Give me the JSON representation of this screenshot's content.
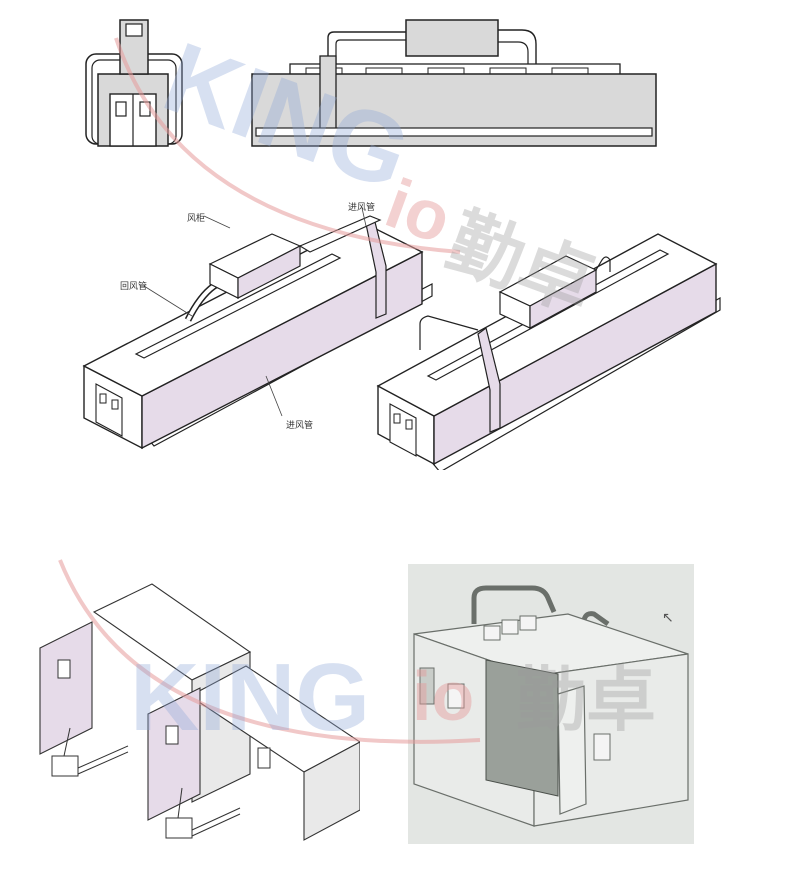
{
  "colors": {
    "box_fill": "#d9d9d9",
    "body_fill": "#e6dbe9",
    "side_fill": "#d6c3da",
    "line": "#222222",
    "watermark_blue": "#8fa8d8",
    "watermark_red": "#e59a9a",
    "watermark_gray": "#9a9a9a"
  },
  "labels": {
    "air_cabinet": "风柜",
    "return_duct": "回风管",
    "supply_duct_top": "进风管",
    "supply_duct_bottom": "进风管"
  },
  "watermark": {
    "letters": "KING",
    "mark": "io",
    "cjk": "勤卓"
  }
}
